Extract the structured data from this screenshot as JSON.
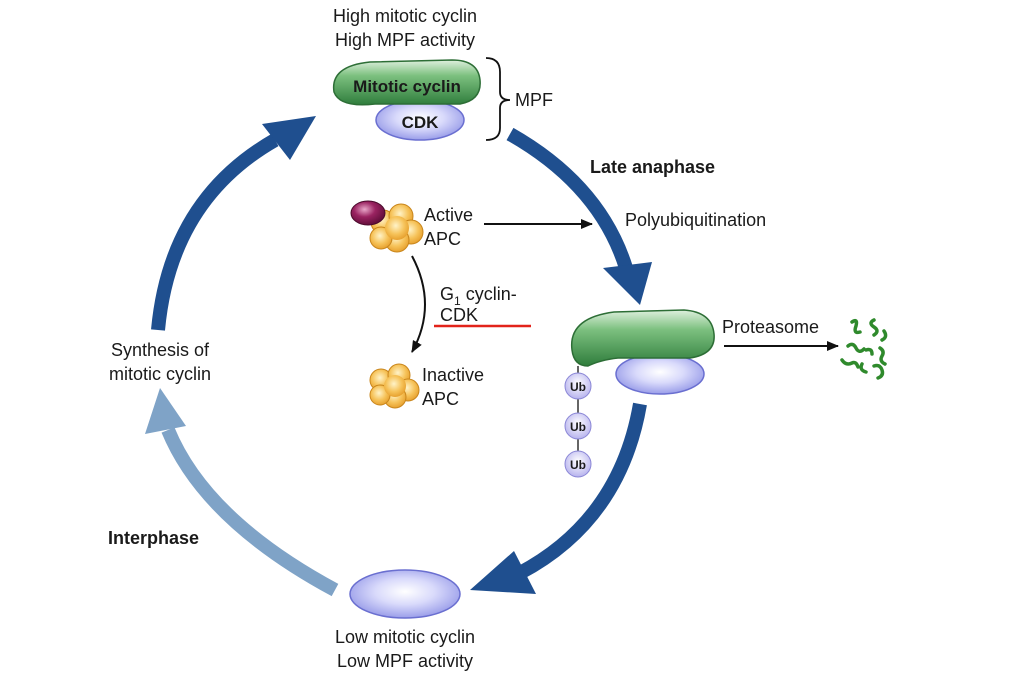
{
  "top_label": {
    "line1": "High mitotic cyclin",
    "line2": "High MPF activity"
  },
  "mpf_complex": {
    "cyclin_label": "Mitotic cyclin",
    "cdk_label": "CDK",
    "bracket_label": "MPF"
  },
  "late_anaphase_label": "Late anaphase",
  "active_apc": {
    "line1": "Active",
    "line2": "APC"
  },
  "polyubiquitination_label": "Polyubiquitination",
  "g1_inhibitor": {
    "prefix": "G",
    "subscript": "1",
    "rest": " cyclin-",
    "line2": "CDK"
  },
  "inactive_apc": {
    "line1": "Inactive",
    "line2": "APC"
  },
  "proteasome_label": "Proteasome",
  "ubiquitin_tags": [
    "Ub",
    "Ub",
    "Ub"
  ],
  "synthesis_label": {
    "line1": "Synthesis of",
    "line2": "mitotic cyclin"
  },
  "interphase_label": "Interphase",
  "bottom_label": {
    "line1": "Low mitotic cyclin",
    "line2": "Low MPF activity"
  },
  "colors": {
    "dark_arrow": "#1f4f8f",
    "light_arrow": "#7fa3c7",
    "cyclin_green": "#4f9a5c",
    "cdk_lavender": "#a9acf0",
    "apc_orange": "#f3b64a",
    "apc_purple": "#8a1a55",
    "ub_lavender": "#c9c6f2",
    "fragment_green": "#2f8a2c",
    "red_underline": "#e2231a"
  }
}
